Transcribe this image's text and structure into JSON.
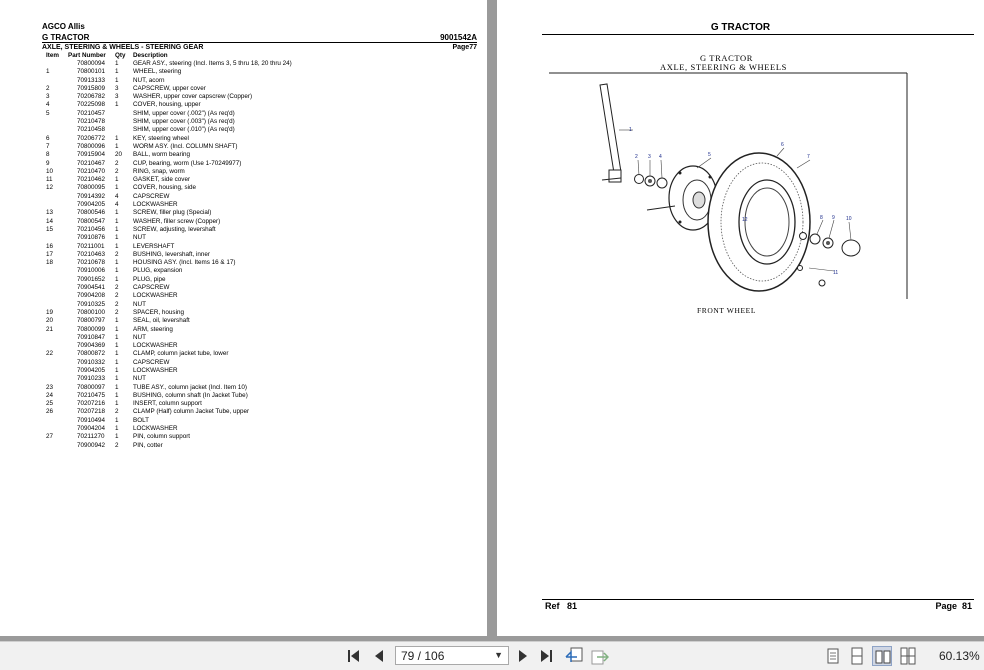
{
  "left_page": {
    "brand": "AGCO Allis",
    "model": "G TRACTOR",
    "doc_no": "9001542A",
    "section": "AXLE, STEERING & WHEELS - STEERING GEAR",
    "page": "Page77",
    "columns": [
      "Item",
      "Part Number",
      "Qty",
      "Description"
    ],
    "rows": [
      [
        "",
        "70800094",
        "1",
        "GEAR ASY., steering (Incl. Items 3, 5 thru 18, 20 thru 24)"
      ],
      [
        "1",
        "70800101",
        "1",
        "WHEEL, steering"
      ],
      [
        "",
        "70913133",
        "1",
        "NUT, acorn"
      ],
      [
        "2",
        "70915809",
        "3",
        "CAPSCREW, upper cover"
      ],
      [
        "3",
        "70206782",
        "3",
        "WASHER, upper cover capscrew (Copper)"
      ],
      [
        "4",
        "70225098",
        "1",
        "COVER, housing, upper"
      ],
      [
        "5",
        "70210457",
        "",
        "SHIM, upper cover (.002\") (As req'd)"
      ],
      [
        "",
        "70210478",
        "",
        "SHIM, upper cover (.003\") (As req'd)"
      ],
      [
        "",
        "70210458",
        "",
        "SHIM, upper cover (.010\") (As req'd)"
      ],
      [
        "6",
        "70206772",
        "1",
        "KEY, steering wheel"
      ],
      [
        "7",
        "70800096",
        "1",
        "WORM ASY. (Incl. COLUMN SHAFT)"
      ],
      [
        "8",
        "70915904",
        "20",
        "BALL, worm bearing"
      ],
      [
        "9",
        "70210467",
        "2",
        "CUP, bearing, worm (Use 1-70249977)"
      ],
      [
        "10",
        "70210470",
        "2",
        "RING, snap, worm"
      ],
      [
        "11",
        "70210462",
        "1",
        "GASKET, side cover"
      ],
      [
        "12",
        "70800095",
        "1",
        "COVER, housing, side"
      ],
      [
        "",
        "70914392",
        "4",
        "CAPSCREW"
      ],
      [
        "",
        "70904205",
        "4",
        "LOCKWASHER"
      ],
      [
        "13",
        "70800546",
        "1",
        "SCREW, filler plug (Special)"
      ],
      [
        "14",
        "70800547",
        "1",
        "WASHER, filler screw (Copper)"
      ],
      [
        "15",
        "70210456",
        "1",
        "SCREW, adjusting, levershaft"
      ],
      [
        "",
        "70910876",
        "1",
        "NUT"
      ],
      [
        "16",
        "70211001",
        "1",
        "LEVERSHAFT"
      ],
      [
        "17",
        "70210463",
        "2",
        "BUSHING, levershaft, inner"
      ],
      [
        "18",
        "70210678",
        "1",
        "HOUSING ASY. (Incl. Items 16 & 17)"
      ],
      [
        "",
        "70910006",
        "1",
        "PLUG, expansion"
      ],
      [
        "",
        "70901652",
        "1",
        "PLUG, pipe"
      ],
      [
        "",
        "70904541",
        "2",
        "CAPSCREW"
      ],
      [
        "",
        "70904208",
        "2",
        "LOCKWASHER"
      ],
      [
        "",
        "70910325",
        "2",
        "NUT"
      ],
      [
        "19",
        "70800100",
        "2",
        "SPACER, housing"
      ],
      [
        "20",
        "70800797",
        "1",
        "SEAL, oil, levershaft"
      ],
      [
        "21",
        "70800099",
        "1",
        "ARM, steering"
      ],
      [
        "",
        "70910847",
        "1",
        "NUT"
      ],
      [
        "",
        "70904369",
        "1",
        "LOCKWASHER"
      ],
      [
        "22",
        "70800872",
        "1",
        "CLAMP, column jacket tube, lower"
      ],
      [
        "",
        "70910332",
        "1",
        "CAPSCREW"
      ],
      [
        "",
        "70904205",
        "1",
        "LOCKWASHER"
      ],
      [
        "",
        "70910233",
        "1",
        "NUT"
      ],
      [
        "23",
        "70800097",
        "1",
        "TUBE ASY., column jacket (Incl. Item 10)"
      ],
      [
        "24",
        "70210475",
        "1",
        "BUSHING, column shaft (In Jacket Tube)"
      ],
      [
        "25",
        "70207216",
        "1",
        "INSERT, column support"
      ],
      [
        "26",
        "70207218",
        "2",
        "CLAMP (Half) column Jacket Tube, upper"
      ],
      [
        "",
        "70910494",
        "1",
        "BOLT"
      ],
      [
        "",
        "70904204",
        "1",
        "LOCKWASHER"
      ],
      [
        "27",
        "70211270",
        "1",
        "PIN, column support"
      ],
      [
        "",
        "70900942",
        "2",
        "PIN, cotter"
      ]
    ]
  },
  "right_page": {
    "title": "G TRACTOR",
    "figure_title": "G TRACTOR",
    "figure_subtitle": "AXLE, STEERING & WHEELS",
    "figure_caption": "FRONT WHEEL",
    "callouts": [
      "1",
      "2",
      "3",
      "4",
      "5",
      "6",
      "7",
      "8",
      "9",
      "10",
      "11",
      "12"
    ],
    "footer_ref": "Ref   81",
    "footer_page": "Page  81"
  },
  "toolbar": {
    "first_icon": "first-page-icon",
    "prev_icon": "prev-page-icon",
    "page_indicator": "79 / 106",
    "next_icon": "next-page-icon",
    "last_icon": "last-page-icon",
    "zoom": "60.13%"
  }
}
